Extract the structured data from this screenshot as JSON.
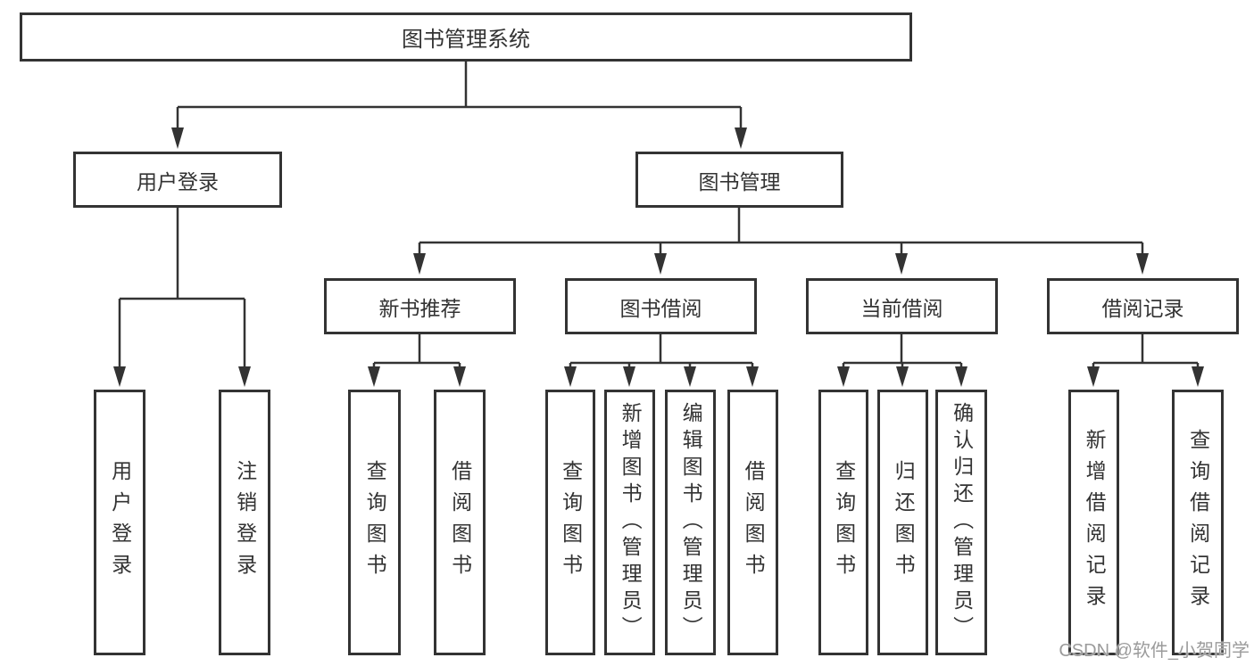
{
  "diagram": {
    "tree": {
      "label": "图书管理系统",
      "children": [
        {
          "label": "用户登录",
          "children": [
            {
              "label": "用户登录"
            },
            {
              "label": "注销登录"
            }
          ]
        },
        {
          "label": "图书管理",
          "children": [
            {
              "label": "新书推荐",
              "children": [
                {
                  "label": "查询图书"
                },
                {
                  "label": "借阅图书"
                }
              ]
            },
            {
              "label": "图书借阅",
              "children": [
                {
                  "label": "查询图书"
                },
                {
                  "label": "新增图书（管理员）"
                },
                {
                  "label": "编辑图书（管理员）"
                },
                {
                  "label": "借阅图书"
                }
              ]
            },
            {
              "label": "当前借阅",
              "children": [
                {
                  "label": "查询图书"
                },
                {
                  "label": "归还图书"
                },
                {
                  "label": "确认归还（管理员）"
                }
              ]
            },
            {
              "label": "借阅记录",
              "children": [
                {
                  "label": "新增借阅记录"
                },
                {
                  "label": "查询借阅记录"
                }
              ]
            }
          ]
        }
      ]
    },
    "watermark": "CSDN @软件_小贺同学",
    "colors": {
      "line": "#333333",
      "text": "#333333",
      "background": "#ffffff",
      "watermark": "#9b9b9b"
    }
  }
}
